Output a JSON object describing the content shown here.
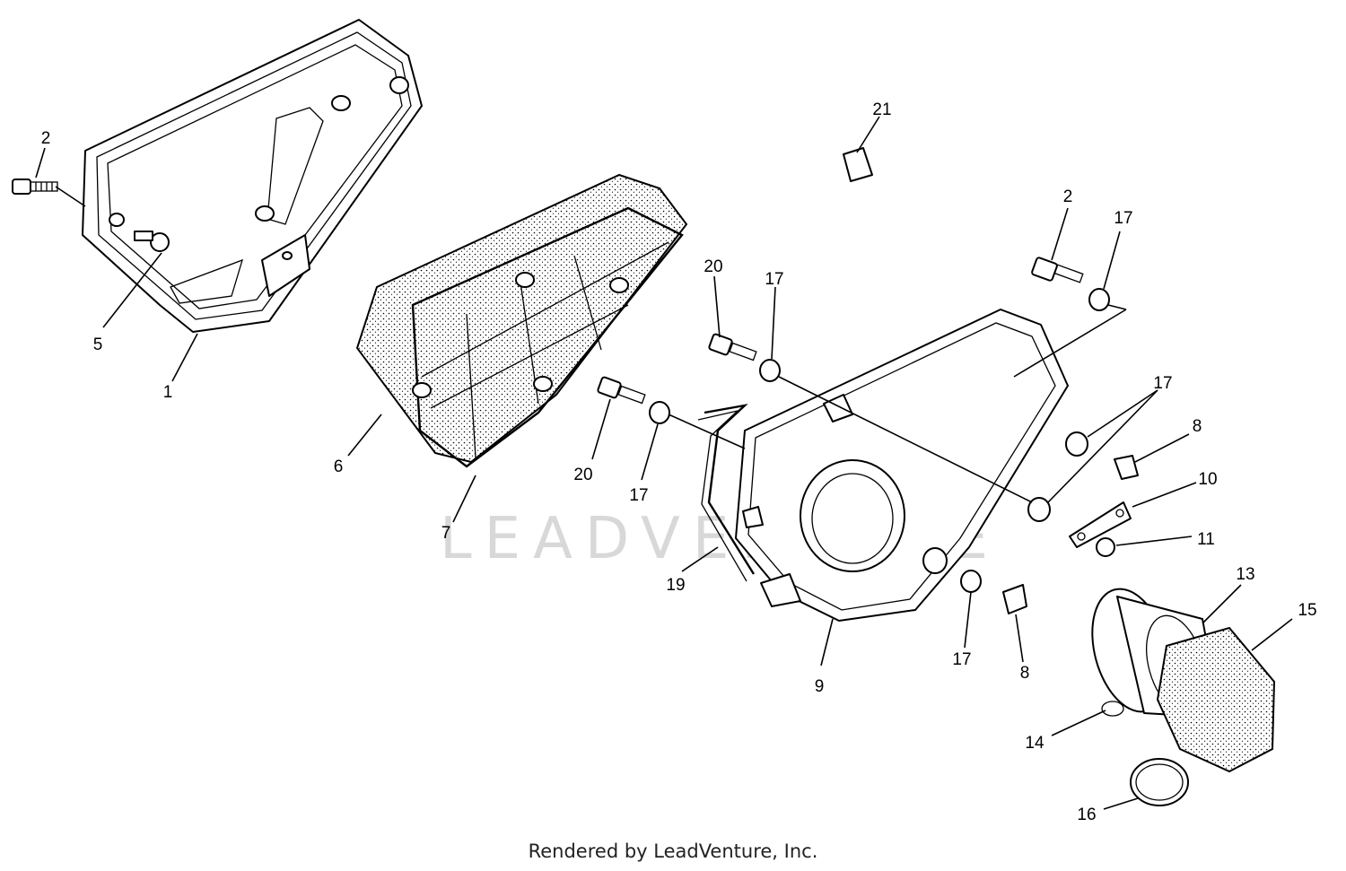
{
  "diagram": {
    "watermark": "LEADVENTURE",
    "footer": "Rendered by LeadVenture, Inc.",
    "callouts": [
      {
        "id": "c2a",
        "text": "2"
      },
      {
        "id": "c5",
        "text": "5"
      },
      {
        "id": "c1",
        "text": "1"
      },
      {
        "id": "c6",
        "text": "6"
      },
      {
        "id": "c7",
        "text": "7"
      },
      {
        "id": "c21",
        "text": "21"
      },
      {
        "id": "c2b",
        "text": "2"
      },
      {
        "id": "c17a",
        "text": "17"
      },
      {
        "id": "c20a",
        "text": "20"
      },
      {
        "id": "c17b",
        "text": "17"
      },
      {
        "id": "c20b",
        "text": "20"
      },
      {
        "id": "c17c",
        "text": "17"
      },
      {
        "id": "c17d",
        "text": "17"
      },
      {
        "id": "c8a",
        "text": "8"
      },
      {
        "id": "c10",
        "text": "10"
      },
      {
        "id": "c11",
        "text": "11"
      },
      {
        "id": "c19",
        "text": "19"
      },
      {
        "id": "c9",
        "text": "9"
      },
      {
        "id": "c17e",
        "text": "17"
      },
      {
        "id": "c8b",
        "text": "8"
      },
      {
        "id": "c13",
        "text": "13"
      },
      {
        "id": "c15",
        "text": "15"
      },
      {
        "id": "c14",
        "text": "14"
      },
      {
        "id": "c16",
        "text": "16"
      }
    ]
  }
}
